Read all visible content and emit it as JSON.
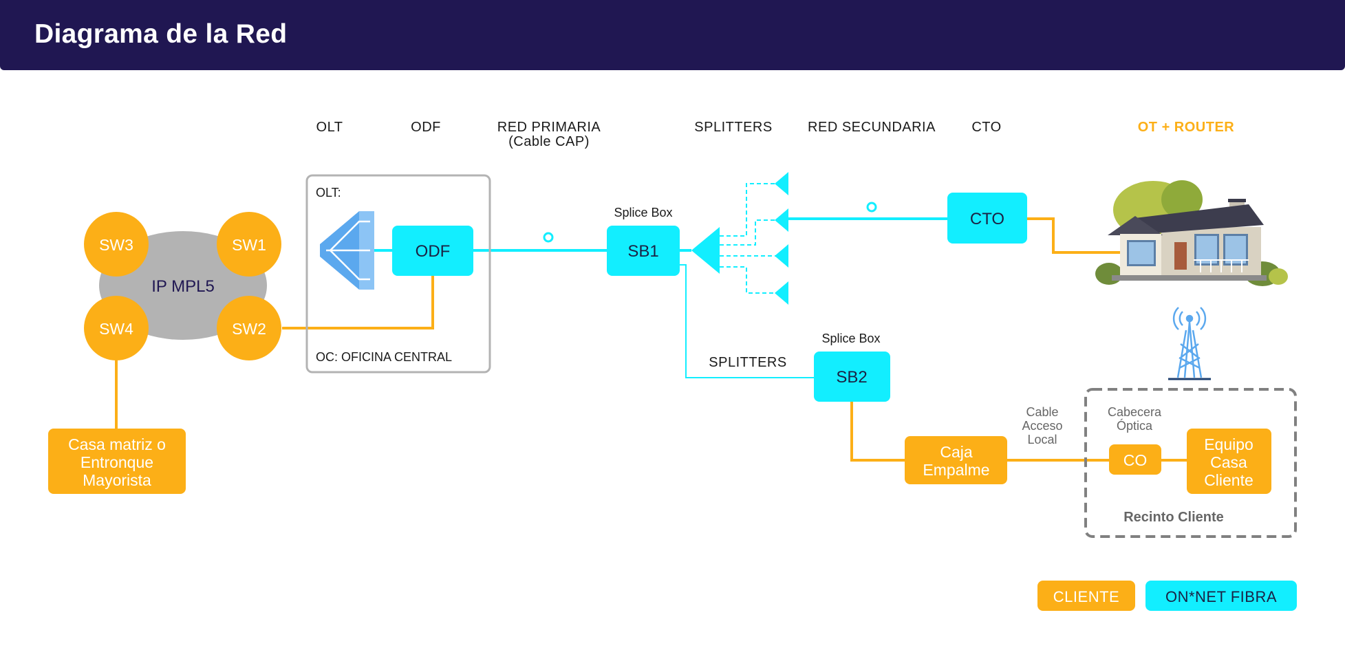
{
  "header": {
    "title": "Diagrama de la Red"
  },
  "columns": {
    "olt": "OLT",
    "odf": "ODF",
    "red_primaria_1": "RED PRIMARIA",
    "red_primaria_2": "(Cable CAP)",
    "splitters": "SPLITTERS",
    "red_secundaria": "RED SECUNDARIA",
    "cto": "CTO",
    "ot_router": "OT + ROUTER"
  },
  "core": {
    "cloud": "IP MPL5",
    "sw1": "SW1",
    "sw2": "SW2",
    "sw3": "SW3",
    "sw4": "SW4",
    "casa_matriz": [
      "Casa matriz o",
      "Entronque",
      "Mayorista"
    ]
  },
  "central_office": {
    "olt_label": "OLT:",
    "odf": "ODF",
    "oc_label": "OC: OFICINA CENTRAL"
  },
  "splice": {
    "sb1_caption": "Splice Box",
    "sb1": "SB1",
    "sb2_caption": "Splice Box",
    "sb2": "SB2",
    "splitters_label": "SPLITTERS"
  },
  "cto": "CTO",
  "client": {
    "caja_empalme": [
      "Caja",
      "Empalme"
    ],
    "cable_acceso": [
      "Cable",
      "Acceso",
      "Local"
    ],
    "cabecera": [
      "Cabecera",
      "Óptica"
    ],
    "co": "CO",
    "equipo": [
      "Equipo",
      "Casa",
      "Cliente"
    ],
    "recinto": "Recinto Cliente"
  },
  "legend": {
    "cliente": "CLIENTE",
    "onnet": "ON*NET FIBRA"
  },
  "colors": {
    "orange": "#FCAF17",
    "cyan": "#12EEFF",
    "navy": "#201752",
    "grey": "#B3B3B3"
  }
}
